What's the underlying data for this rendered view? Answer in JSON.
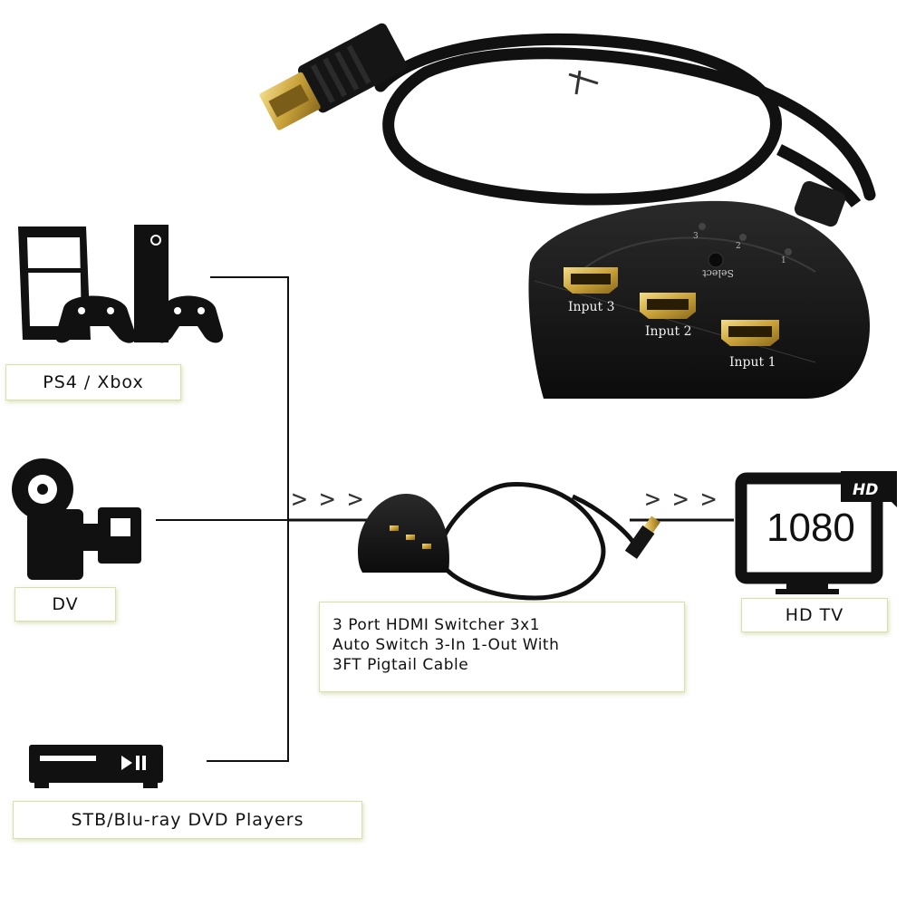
{
  "sources": {
    "console": {
      "label": "PS4 / Xbox"
    },
    "camera": {
      "label": "DV"
    },
    "player": {
      "label": "STB/Blu-ray DVD Players"
    }
  },
  "product": {
    "description_lines": [
      "3 Port HDMI Switcher 3x1",
      "Auto Switch 3-In 1-Out With",
      "3FT Pigtail Cable"
    ],
    "ports": {
      "input1": "Input 1",
      "input2": "Input 2",
      "input3": "Input 3"
    },
    "select_label": "Select",
    "indicators": [
      "1",
      "2",
      "3"
    ]
  },
  "output": {
    "label": "HD TV",
    "resolution": "1080",
    "badge": "HD"
  },
  "flow_arrows": {
    "left": ">>>",
    "right": ">>>"
  },
  "colors": {
    "line": "#111111",
    "device": "#1a1a1a",
    "gold": "#c9a23a",
    "label_border": "#d8e0a8"
  }
}
